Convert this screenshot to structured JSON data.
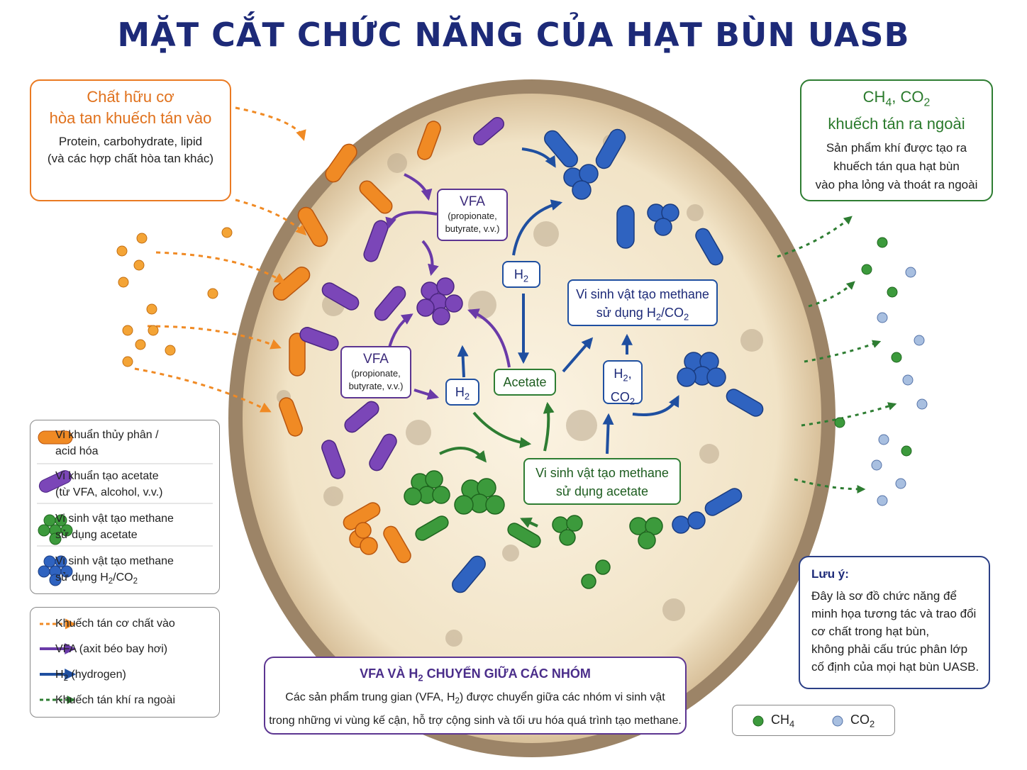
{
  "title": "MẶT CẮT CHỨC NĂNG CỦA HẠT BÙN UASB",
  "organic_box": {
    "heading_1": "Chất hữu cơ",
    "heading_2": "hòa tan khuếch tán vào",
    "body_1": "Protein, carbohydrate, lipid",
    "body_2": "(và các hợp chất hòa tan khác)"
  },
  "gas_box": {
    "heading_ch4": "CH",
    "heading_co2": "CO",
    "heading_2": "khuếch tán ra ngoài",
    "body_1": "Sản phẩm khí được tạo ra",
    "body_2": "khuếch tán qua hạt bùn",
    "body_3": "vào pha lỏng và thoát ra ngoài"
  },
  "labels": {
    "vfa": "VFA",
    "vfa_detail_1": "(propionate,",
    "vfa_detail_2": "butyrate, v.v.)",
    "h2": "H",
    "h2_comma": "H",
    "co2": "CO",
    "acetate": "Acetate",
    "h2_methanogen_1": "Vi sinh vật tạo methane",
    "h2_methanogen_2": "sử dụng H",
    "h2_methanogen_3": "/CO",
    "acetate_methanogen_1": "Vi sinh vật tạo methane",
    "acetate_methanogen_2": "sử dụng acetate"
  },
  "legend_organisms": [
    {
      "line1": "Vi khuẩn thủy phân /",
      "line2": "acid hóa",
      "color": "#f08a24"
    },
    {
      "line1": "Vi khuẩn tạo acetate",
      "line2": "(từ VFA, alcohol, v.v.)",
      "color": "#7b46b8"
    },
    {
      "line1": "Vi sinh vật tạo methane",
      "line2": "sử dụng acetate",
      "color": "#3c9a3c"
    },
    {
      "line1": "Vi sinh vật tạo methane",
      "line2": "sử dụng H",
      "line2_tail": "/CO",
      "color": "#2f63c0"
    }
  ],
  "legend_arrows": [
    {
      "label": "Khuếch tán cơ chất vào",
      "color": "#f08a24"
    },
    {
      "label": "VFA (axit béo bay hơi)",
      "color": "#6a3aa8"
    },
    {
      "label": "H",
      "label_tail": " (hydrogen)",
      "color": "#1f4fa0"
    },
    {
      "label": "Khuếch tán khí ra ngoài",
      "color": "#2e7d32"
    }
  ],
  "legend_gas": {
    "ch4": "CH",
    "co2": "CO",
    "ch4_color": "#3c9a3c",
    "co2_color": "#a8bfe0"
  },
  "transfer_box": {
    "heading_a": "VFA VÀ H",
    "heading_b": " CHUYỂN GIỮA CÁC NHÓM",
    "body_1a": "Các sản phẩm trung gian (VFA, H",
    "body_1b": ") được chuyển giữa các nhóm vi sinh vật",
    "body_2": "trong những vi vùng kế cận, hỗ trợ cộng sinh và tối ưu hóa quá trình tạo methane."
  },
  "note_box": {
    "heading": "Lưu ý:",
    "lines": [
      "Đây là sơ đồ chức năng để",
      "minh họa tương tác và trao đổi",
      "cơ chất trong hạt bùn,",
      "không phải cấu trúc phân lớp",
      "cố định của mọi hạt bùn UASB."
    ]
  },
  "subscripts": {
    "two": "2",
    "four": "4"
  }
}
